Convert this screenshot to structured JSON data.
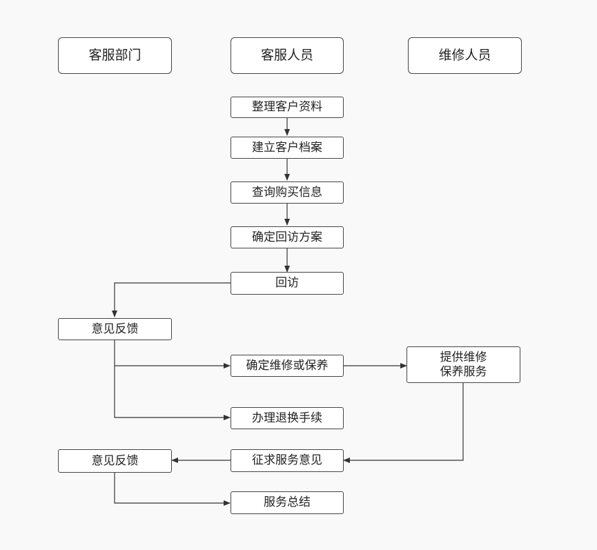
{
  "headers": {
    "dept": "客服部门",
    "staff": "客服人员",
    "repair": "维修人员"
  },
  "nodes": {
    "organize_info": "整理客户资料",
    "create_file": "建立客户档案",
    "query_purchase": "查询购买信息",
    "plan_visit": "确定回访方案",
    "visit": "回访",
    "feedback1": "意见反馈",
    "confirm_repair": "确定维修或保养",
    "provide_service": "提供维修\n保养服务",
    "return_exchange": "办理退换手续",
    "collect_opinion": "征求服务意见",
    "feedback2": "意见反馈",
    "summary": "服务总结"
  },
  "colors": {
    "line": "#333333",
    "border": "#444444",
    "background": "#f9f9f9"
  }
}
